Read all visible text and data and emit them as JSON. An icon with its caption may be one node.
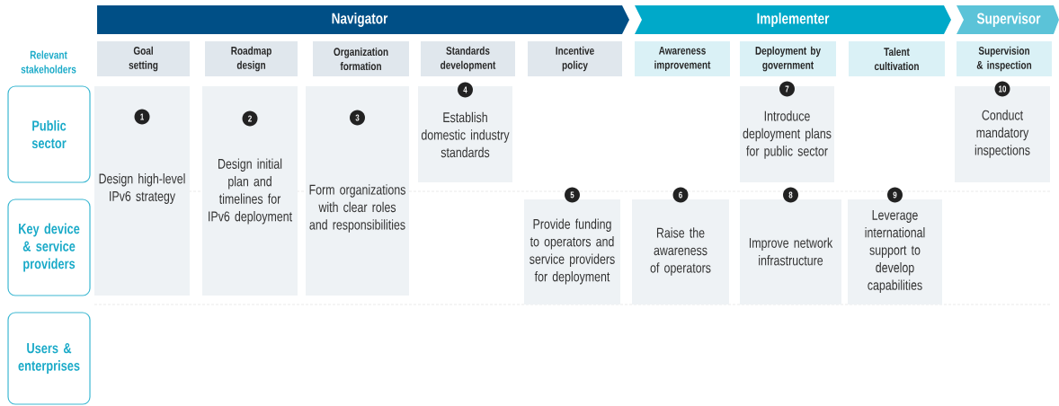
{
  "diagram": {
    "nodes": [
      {
        "text": [
          "Navigator"
        ]
      },
      {
        "text": [
          "Implementer"
        ]
      },
      {
        "text": [
          "Supervisor"
        ]
      },
      {
        "text": [
          "Goal setting"
        ]
      },
      {
        "text": [
          "Roadmap design"
        ]
      },
      {
        "text": [
          "Organization formation"
        ]
      },
      {
        "text": [
          "Standards development"
        ]
      },
      {
        "text": [
          "Incentive policy"
        ]
      },
      {
        "text": [
          "Awareness improvement"
        ]
      },
      {
        "text": [
          "Deployment by government"
        ]
      },
      {
        "text": [
          "Talent cultivation"
        ]
      },
      {
        "text": [
          "Supervision & inspection"
        ]
      },
      {
        "text": [
          "Public sector"
        ]
      },
      {
        "text": [
          "1",
          "Design high-level IPv6 strategy"
        ]
      },
      {
        "text": [
          "2",
          "Design initial plan and timelines for IPv6 deployment"
        ]
      },
      {
        "text": [
          "3",
          "Form organizations with clear roles and responsibilities"
        ]
      },
      {
        "text": [
          "4",
          "Establish domestic industry standards"
        ]
      },
      {
        "text": [
          "7",
          "Introduce deployment plans for public sector"
        ]
      },
      {
        "text": [
          "10",
          "Conduct mandatory inspections"
        ]
      },
      {
        "text": [
          "Key device & service providers"
        ]
      },
      {
        "text": [
          "5",
          "Provide funding to operators and service providers for deployment"
        ]
      },
      {
        "text": [
          "6",
          "Raise the awareness of operators"
        ]
      },
      {
        "text": [
          "8",
          "Improve network infrastructure"
        ]
      },
      {
        "text": [
          "9",
          "Leverage international support to develop capabilities"
        ]
      },
      {
        "text": [
          "Users & enterprises"
        ]
      }
    ],
    "labels": [
      "Relevant stakeholders"
    ]
  }
}
